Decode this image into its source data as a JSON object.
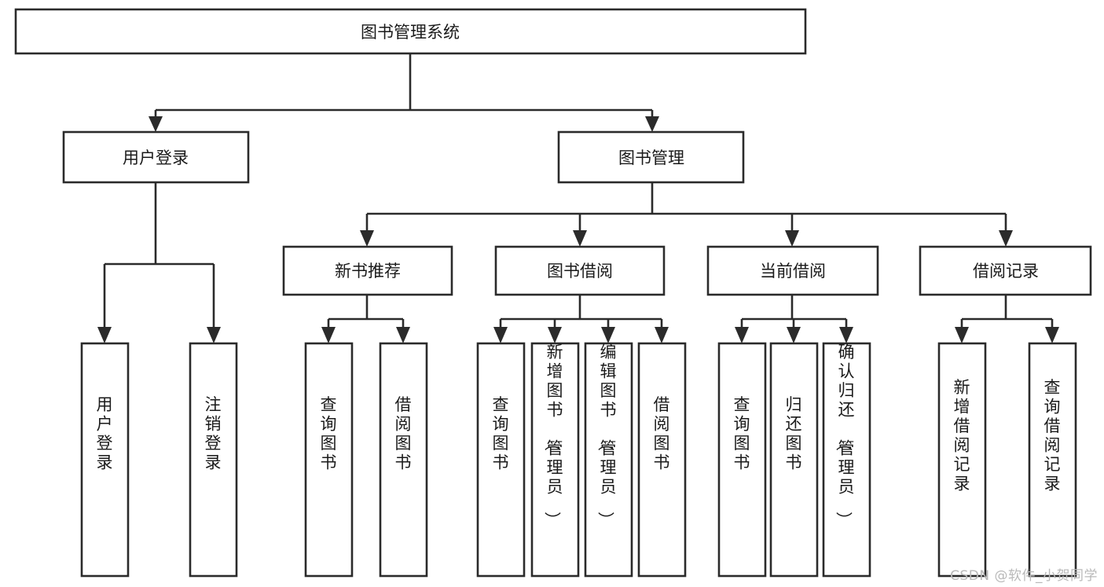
{
  "diagram": {
    "type": "tree-hierarchy-chart",
    "title": "图书管理系统",
    "colors": {
      "box_stroke": "#2b2b2b",
      "box_fill": "#ffffff",
      "connector": "#2b2b2b",
      "text": "#1a1a1a",
      "watermark": "#b9b9b9",
      "background": "#ffffff"
    },
    "root": {
      "label": "图书管理系统"
    },
    "level2": [
      {
        "label": "用户登录"
      },
      {
        "label": "图书管理"
      }
    ],
    "level3": [
      {
        "label": "新书推荐"
      },
      {
        "label": "图书借阅"
      },
      {
        "label": "当前借阅"
      },
      {
        "label": "借阅记录"
      }
    ],
    "leaves": {
      "user_login": [
        {
          "label": "用户登录"
        },
        {
          "label": "注销登录"
        }
      ],
      "new_book_recommend": [
        {
          "label": "查询图书"
        },
        {
          "label": "借阅图书"
        }
      ],
      "book_borrow": [
        {
          "label": "查询图书"
        },
        {
          "label": "新增图书（管理员）"
        },
        {
          "label": "编辑图书（管理员）"
        },
        {
          "label": "借阅图书"
        }
      ],
      "current_borrow": [
        {
          "label": "查询图书"
        },
        {
          "label": "归还图书"
        },
        {
          "label": "确认归还（管理员）"
        }
      ],
      "borrow_record": [
        {
          "label": "新增借阅记录"
        },
        {
          "label": "查询借阅记录"
        }
      ]
    }
  },
  "watermark": {
    "text": "CSDN @软件_小贺同学"
  }
}
